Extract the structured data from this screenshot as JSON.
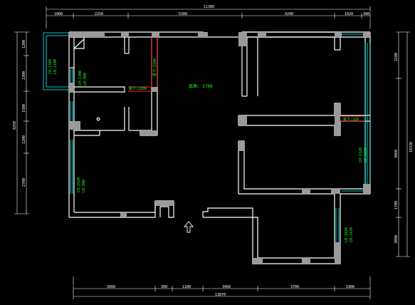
{
  "colors": {
    "background": "#000000",
    "wall": "#ffffff",
    "column": "#9a9a9a",
    "window": "#00ffff",
    "beam": "#ff2a2a",
    "annotation": "#22ff22"
  },
  "dimensions": {
    "top_total": "11380",
    "top_segments": [
      "1000",
      "2250",
      "5300",
      "4200",
      "1020",
      "300"
    ],
    "bottom_total": "13870",
    "bottom_segments": [
      "3660",
      "300",
      "1100",
      "3460",
      "3700",
      "1900"
    ],
    "left_total": "8250",
    "left_segments": [
      "1200",
      "2300",
      "1500",
      "1200",
      "2700"
    ],
    "right_total": "10330",
    "right_segments": [
      "2100",
      "3060",
      "1700",
      "3090"
    ]
  },
  "annotations": {
    "ceiling_height": "层高: 2760",
    "beam_1": "梁下:2280",
    "beam_2": "梁下:2280",
    "beam_3": "梁下:320",
    "window_balcony": [
      "CH:1340",
      "LD:1100"
    ],
    "window_bath": [
      "CH:1300",
      "LD:900"
    ],
    "window_living": [
      "CH:1420",
      "LD:900"
    ],
    "window_right": [
      "CH:1320",
      "LD:1100"
    ],
    "window_bottom_right": [
      "LD:1820",
      "CH:1470"
    ]
  },
  "icons": {
    "entrance": "arrow-up-icon"
  }
}
